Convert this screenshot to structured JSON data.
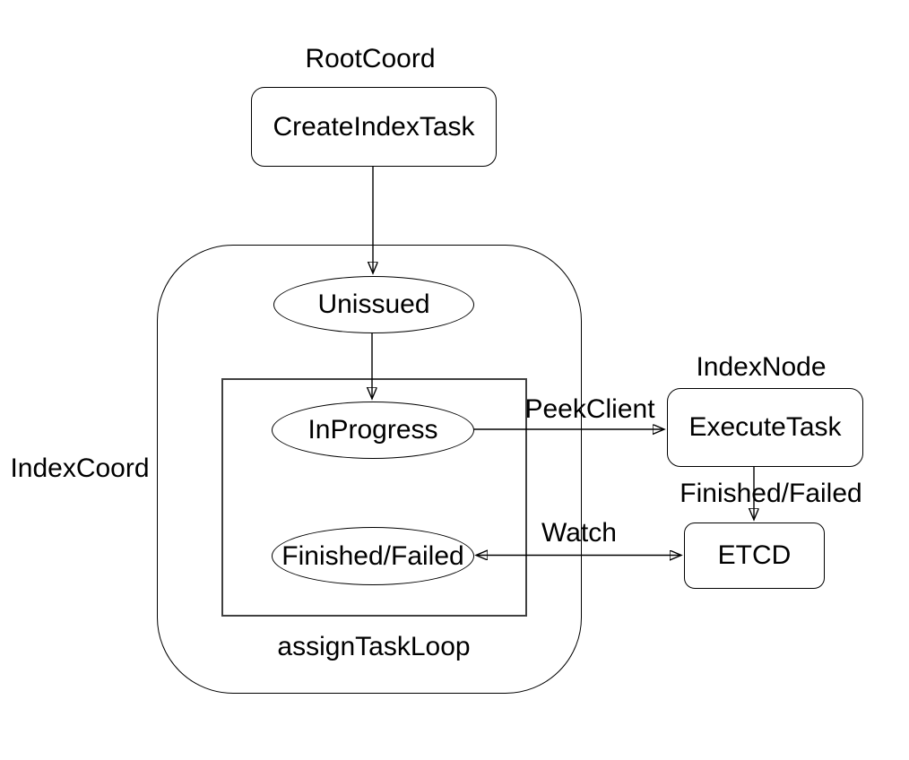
{
  "colors": {
    "background": "#ffffff",
    "stroke": "#000000",
    "inner_group_stroke": "#404040",
    "text": "#000000"
  },
  "labels": {
    "root_coord": "RootCoord",
    "index_node": "IndexNode",
    "index_coord": "IndexCoord",
    "assign_task_loop": "assignTaskLoop"
  },
  "nodes": {
    "create_index_task": "CreateIndexTask",
    "unissued": "Unissued",
    "in_progress": "InProgress",
    "finished_failed": "Finished/Failed",
    "execute_task": "ExecuteTask",
    "etcd": "ETCD"
  },
  "edge_labels": {
    "peek_client": "PeekClient",
    "finished_failed": "Finished/Failed",
    "watch": "Watch"
  }
}
